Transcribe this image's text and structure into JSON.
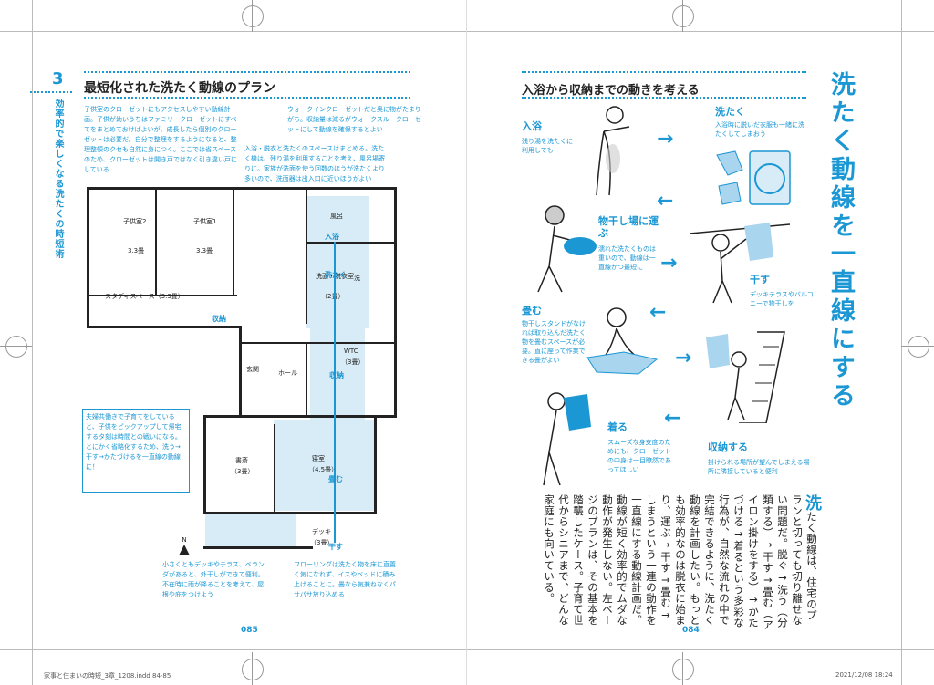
{
  "left_page": {
    "chapter_number": "3",
    "side_title": "効率的で楽しくなる洗たくの時短術",
    "title": "最短化された洗たく動線のプラン",
    "notes": {
      "top_left": "子供室のクローゼットにもアクセスしやすい動線計画。子供が幼いうちはファミリークローゼットにすべてをまとめておけばよいが、成長したら個別のクローゼットは必要だ。自分で整理をするようになると、整理整頓のクセも自然に身につく。ここでは省スペースのため、クローゼットは開き戸ではなく引き違い戸にしている",
      "top_middle": "入浴・脱衣と洗たくのスペースはまとめる。洗たく機は、残り湯を利用することを考え、風呂場寄りに。家族が洗面を使う回数のほうが洗たくより多いので、洗面器は出入口に近いほうがよい",
      "top_right": "ウォークインクローゼットだと奥に物がたまりがち。収納量は減るがウォークスルークローゼットにして動線を確保するとよい",
      "middle_left": "夫婦共働きで子育てをしていると、子供をピックアップして帰宅するタ刻は時間との戦いになる。とにかく省略化するため、洗う→干す→かたづけるを一直線の動線に！",
      "bottom_left": "小さくともデッキやテラス、ベランダがあると、外干しができて便利。不在時に雨が降ることを考えて、屋根や庇をつけよう",
      "bottom_right": "フローリングは洗たく物を床に直置く気になれず、イスやベッドに積み上げることに。畳なら気兼ねなくパサパサ放り込める"
    },
    "rooms": {
      "child2": "子供室2",
      "child2_size": "3.3畳",
      "child1": "子供室1",
      "child1_size": "3.3畳",
      "study": "スタディスペース（3.3畳）",
      "bath": "風呂",
      "senmen": "洗面・脱衣室",
      "senmen_size": "（2畳）",
      "wash_label": "洗",
      "entrance": "玄関",
      "hall": "ホール",
      "wtc": "WTC",
      "wtc_size": "（3畳）",
      "study_room": "書斎",
      "study_room_size": "（3畳）",
      "bedroom": "寝室",
      "bedroom_size": "（4.5畳）",
      "deck": "デッキ",
      "deck_size": "（3畳）"
    },
    "flow_labels": {
      "nyuyoku": "入浴",
      "sentaku": "洗たく",
      "shuno1": "収納",
      "shuno2": "収納",
      "tatamu": "畳む",
      "hosu": "干す"
    },
    "north_mark": "N",
    "page_number": "085"
  },
  "right_page": {
    "section_title": "入浴から収納までの動きを考える",
    "vertical_title": "洗たく動線を一直線にする",
    "steps": [
      {
        "title": "入浴",
        "desc": "残り湯を洗たくに利用しても"
      },
      {
        "title": "洗たく",
        "desc": "入浴時に脱いだ衣服も一緒に洗たくしてしまおう"
      },
      {
        "title": "物干し場に運ぶ",
        "desc": "濡れた洗たくものは重いので、動線は一直線かつ最短に"
      },
      {
        "title": "干す",
        "desc": "デッキテラスやバルコニーで物干しを"
      },
      {
        "title": "畳む",
        "desc": "物干しスタンドがなければ取り込んだ洗たく物を畳むスペースが必要。直に座って作業できる畳がよい"
      },
      {
        "title": "着る",
        "desc": "スムーズな身支度のためにも、クローゼットの中身は一目瞭然であってほしい"
      },
      {
        "title": "収納する",
        "desc": "掛けられる場所が望んでしまえる場所に隣接していると便利"
      }
    ],
    "body_drop_cap": "洗",
    "body_text": "たく動線は、住宅のプランと切っても切り離せない問題だ。脱ぐ→洗う（分類する）→干す→畳む（アイロン掛けをする）→かたづける→着るという多彩な行為が、自然な流れの中で完結できるように、洗たく動線を計画したい。もっとも効率的なのは脱衣に始まり、運ぶ→干す→畳む→しまうという一連の動作を一直線にする動線計画だ。動線が短く効率的でムダな動作が発生しない。左ページのプランは、その基本を踏襲したケース。子育て世代からシニアまで、どんな家庭にも向いている。",
    "page_number": "084"
  },
  "footer": {
    "filename": "家事と住まいの時短_3章_1208.indd   84-85",
    "timestamp": "2021/12/08   18:24"
  },
  "colors": {
    "accent": "#1b97d4",
    "fill": "#d8ecf7"
  }
}
